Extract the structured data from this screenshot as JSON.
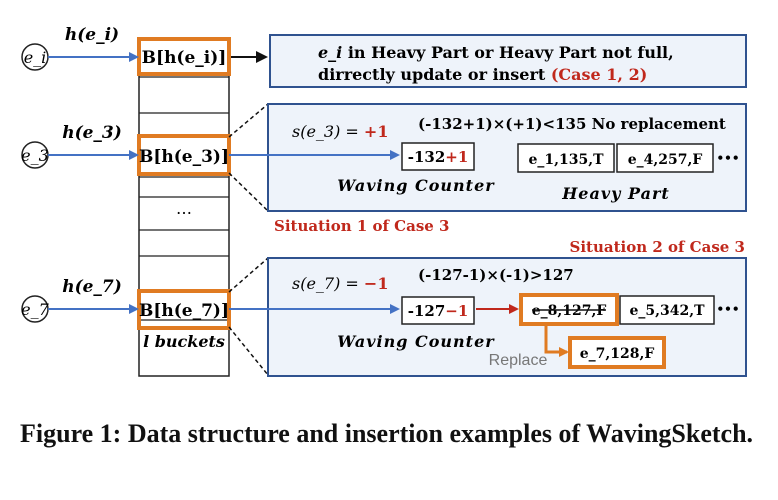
{
  "items": {
    "ei": "e_i",
    "e3": "e_3",
    "e7": "e_7",
    "h_ei": "h(e_i)",
    "h_e3": "h(e_3)",
    "h_e7": "h(e_7)",
    "b_ei": "B[h(e_i)]",
    "b_e3": "B[h(e_3)]",
    "b_e7": "B[h(e_7)]",
    "ellipsis_mid": "…",
    "buckets_label": "l buckets"
  },
  "top_note": {
    "line1_prefix": "e_i",
    "line1_rest": " in Heavy Part or Heavy Part not full,",
    "line2_black": "dirrectly update or insert ",
    "line2_red": "(Case 1, 2)"
  },
  "situation1": {
    "label": "Situation 1 of Case 3",
    "s_expr": "s(e_3) = ",
    "s_val": "+1",
    "condition": "(-132+1)×(+1)<135  No replacement",
    "counter_black": "-132",
    "counter_red": "+1",
    "counter_label": "Waving Counter",
    "heavy_items": [
      "e_1,135,T",
      "e_4,257,F"
    ],
    "heavy_ellipsis": "•••",
    "heavy_label": "Heavy Part"
  },
  "situation2": {
    "label": "Situation 2 of Case 3",
    "s_expr": "s(e_7) = ",
    "s_val": "−1",
    "condition": "(-127-1)×(-1)>127",
    "counter_black": "-127",
    "counter_red": "−1",
    "counter_label": "Waving Counter",
    "replaced_item": "e_8,127,F",
    "other_item": "e_5,342,T",
    "heavy_ellipsis": "•••",
    "replace_label": "Replace",
    "new_item": "e_7,128,F"
  },
  "caption": "Figure 1: Data structure and insertion examples of WavingSketch.",
  "colors": {
    "blue": "#4472c4",
    "orange": "#e07b22",
    "red": "#c0281c",
    "panel_fill": "#eef3fa",
    "panel_stroke": "#2f528f"
  }
}
